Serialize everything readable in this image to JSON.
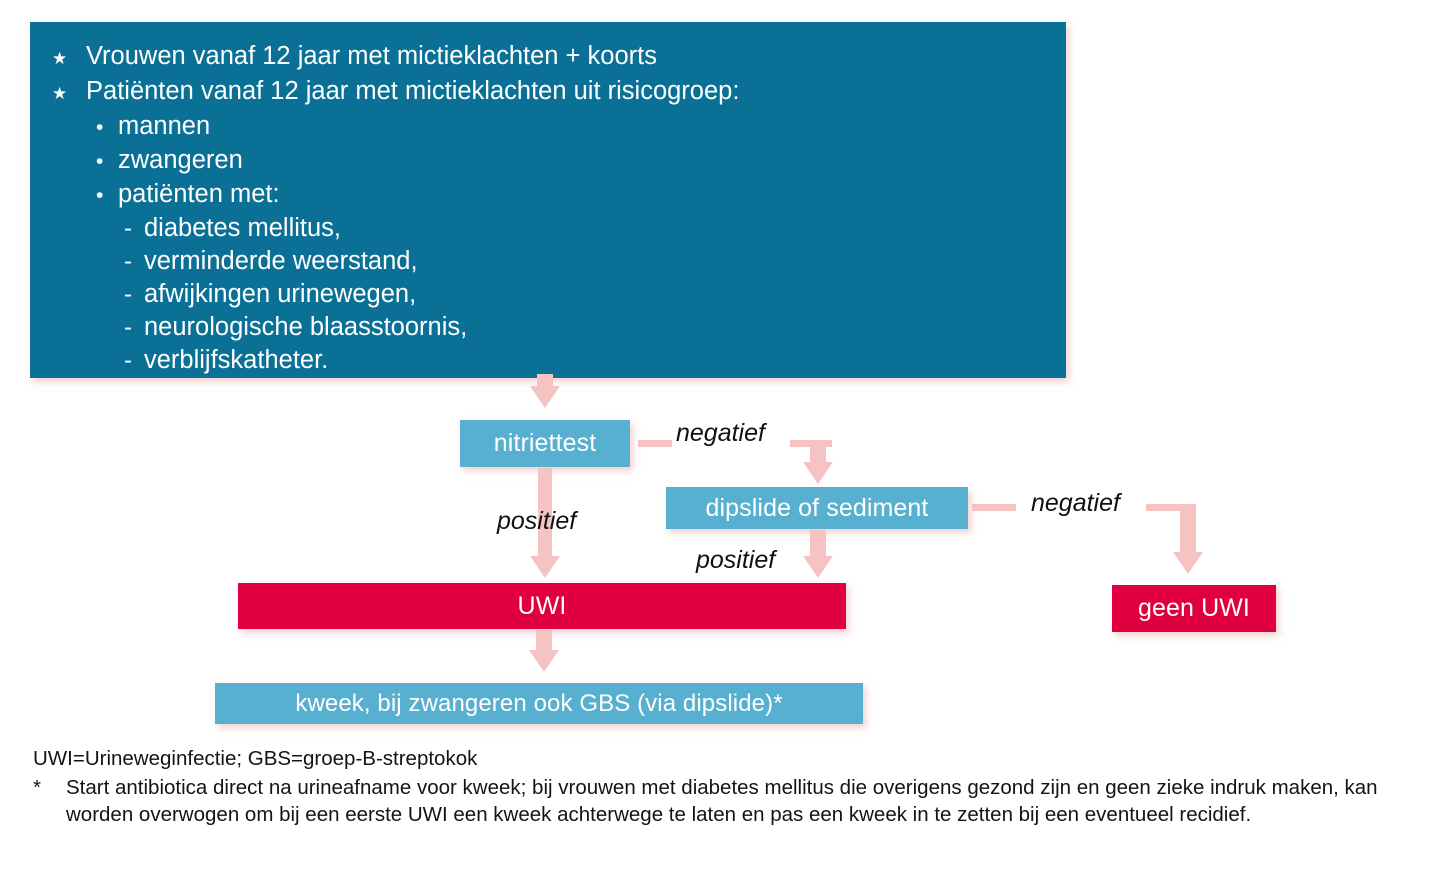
{
  "colors": {
    "header_box": "#0b7096",
    "teal_box": "#57b0cf",
    "crimson_box": "#e0003f",
    "arrow": "#f6c3c3",
    "text_on_box": "#ffffff",
    "body_text": "#141414"
  },
  "header": {
    "items": [
      {
        "level": 1,
        "marker": "★",
        "text": "Vrouwen vanaf 12 jaar met mictieklachten + koorts"
      },
      {
        "level": 1,
        "marker": "★",
        "text": "Patiënten vanaf 12 jaar met mictieklachten uit risicogroep:"
      },
      {
        "level": 2,
        "marker": "•",
        "text": "mannen"
      },
      {
        "level": 2,
        "marker": "•",
        "text": "zwangeren"
      },
      {
        "level": 2,
        "marker": "•",
        "text": "patiënten met:"
      },
      {
        "level": 3,
        "marker": "-",
        "text": "diabetes mellitus,"
      },
      {
        "level": 3,
        "marker": "-",
        "text": "verminderde weerstand,"
      },
      {
        "level": 3,
        "marker": "-",
        "text": "afwijkingen urinewegen,"
      },
      {
        "level": 3,
        "marker": "-",
        "text": "neurologische blaasstoornis,"
      },
      {
        "level": 3,
        "marker": "-",
        "text": "verblijfskatheter."
      }
    ]
  },
  "nodes": {
    "nitriettest": "nitriettest",
    "dipslide": "dipslide of sediment",
    "uwi": "UWI",
    "geen_uwi": "geen UWI",
    "kweek": "kweek, bij zwangeren ook GBS (via dipslide)*"
  },
  "edges": {
    "nitriettest_negatief": "negatief",
    "nitriettest_positief": "positief",
    "dipslide_negatief": "negatief",
    "dipslide_positief": "positief"
  },
  "footnotes": {
    "abbreviations": "UWI=Urineweginfectie; GBS=groep-B-streptokok",
    "star_marker": "*",
    "star_text": "Start antibiotica direct na urineafname voor kweek; bij vrouwen met diabetes mellitus die overigens gezond zijn en geen zieke indruk maken, kan worden overwogen om bij een eerste UWI een kweek achterwege te laten en pas een kweek in te zetten bij een eventueel recidief."
  }
}
